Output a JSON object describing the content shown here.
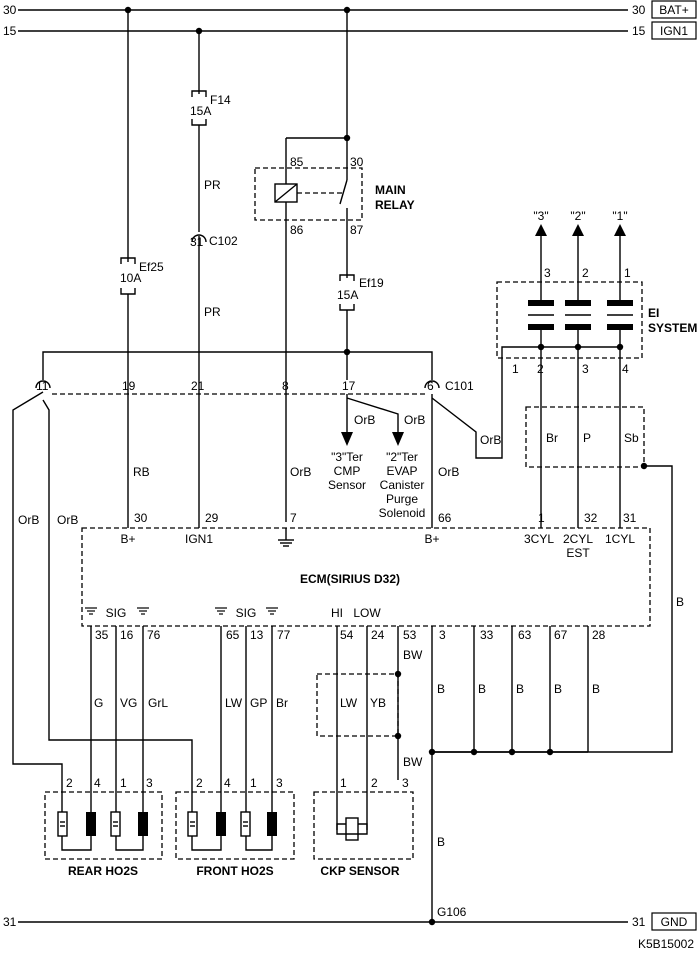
{
  "rails": {
    "bat": {
      "num": "30",
      "label": "BAT+"
    },
    "ign": {
      "num": "15",
      "label": "IGN1"
    },
    "gnd": {
      "num": "31",
      "label": "GND"
    }
  },
  "fuses": {
    "f14": {
      "name": "F14",
      "rating": "15A"
    },
    "ef25": {
      "name": "Ef25",
      "rating": "10A"
    },
    "ef19": {
      "name": "Ef19",
      "rating": "15A"
    }
  },
  "main_relay": {
    "label_line1": "MAIN",
    "label_line2": "RELAY",
    "pins": {
      "p85": "85",
      "p86": "86",
      "p30": "30",
      "p87": "87"
    }
  },
  "connector_c102": {
    "pin": "31",
    "name": "C102"
  },
  "connector_c101": {
    "name": "C101",
    "pins": {
      "p11": "11",
      "p19": "19",
      "p21": "21",
      "p8": "8",
      "p17": "17",
      "p6": "6"
    }
  },
  "wires": {
    "pr": "PR",
    "orb": "OrB",
    "rb": "RB",
    "bw": "BW",
    "b": "B",
    "br": "Br",
    "p": "P",
    "sb": "Sb",
    "g": "G",
    "vg": "VG",
    "grl": "GrL",
    "lw": "LW",
    "gp": "GP",
    "yb": "YB"
  },
  "destinations": {
    "cmp": {
      "l1": "\"3\"Ter",
      "l2": "CMP",
      "l3": "Sensor"
    },
    "evap": {
      "l1": "\"2\"Ter",
      "l2": "EVAP",
      "l3": "Canister",
      "l4": "Purge",
      "l5": "Solenoid"
    }
  },
  "ei_system": {
    "label_line1": "EI",
    "label_line2": "SYSTEM",
    "outputs": [
      "\"3\"",
      "\"2\"",
      "\"1\""
    ],
    "top_pins": [
      "3",
      "2",
      "1"
    ],
    "bottom_pins": [
      "1",
      "2",
      "3",
      "4"
    ]
  },
  "ecm": {
    "title": "ECM(SIRIUS D32)",
    "top_pins": {
      "p30": "30",
      "p29": "29",
      "p7": "7",
      "p66": "66",
      "p1": "1",
      "p32": "32",
      "p31": "31"
    },
    "top_labels": {
      "bplus": "B+",
      "ign1": "IGN1",
      "bplus2": "B+",
      "cyl3": "3CYL",
      "cyl2": "2CYL",
      "est": "EST",
      "cyl1": "1CYL"
    },
    "bottom_labels": {
      "sig": "SIG",
      "hi": "HI",
      "low": "LOW"
    },
    "bottom_pins": {
      "p35": "35",
      "p16": "16",
      "p76": "76",
      "p65": "65",
      "p13": "13",
      "p77": "77",
      "p54": "54",
      "p24": "24",
      "p53": "53",
      "p3": "3",
      "p33": "33",
      "p63": "63",
      "p67": "67",
      "p28": "28"
    }
  },
  "sensors": {
    "rear_ho2s": {
      "label": "REAR HO2S",
      "pins": [
        "2",
        "4",
        "1",
        "3"
      ]
    },
    "front_ho2s": {
      "label": "FRONT HO2S",
      "pins": [
        "2",
        "4",
        "1",
        "3"
      ]
    },
    "ckp": {
      "label": "CKP SENSOR",
      "pins": [
        "1",
        "2",
        "3"
      ]
    }
  },
  "ground": {
    "name": "G106"
  },
  "figure_code": "K5B15002"
}
